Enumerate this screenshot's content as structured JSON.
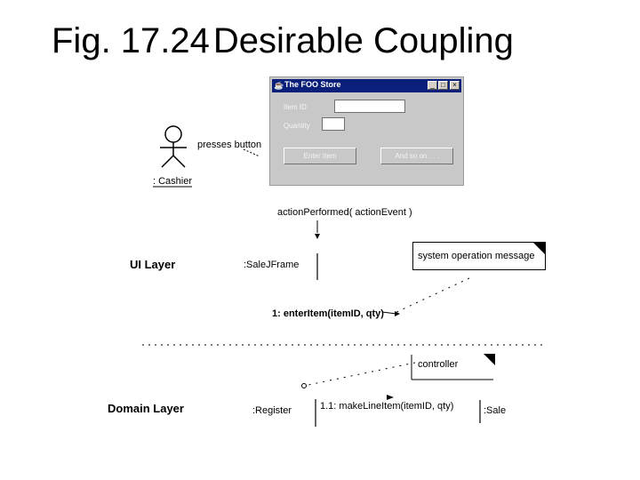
{
  "slide": {
    "title_num": "Fig. 17.24",
    "title_text": "Desirable Coupling"
  },
  "actor": {
    "label": ": Cashier",
    "action": "presses button"
  },
  "window": {
    "title": "The FOO Store",
    "fields": [
      {
        "label": "Item ID"
      },
      {
        "label": "Quantity"
      }
    ],
    "buttons": [
      {
        "label": "Enter Item"
      },
      {
        "label": "And so on . . ."
      }
    ]
  },
  "diagram": {
    "event": "actionPerformed( actionEvent )",
    "ui_layer": "UI Layer",
    "domain_layer": "Domain Layer",
    "ui_object": ":SaleJFrame",
    "register": ":Register",
    "sale": ":Sale",
    "message1": "1: enterItem(itemID, qty)",
    "message11": "1.1: makeLineItem(itemID, qty)",
    "note_system": "system operation message",
    "note_controller": "controller"
  }
}
